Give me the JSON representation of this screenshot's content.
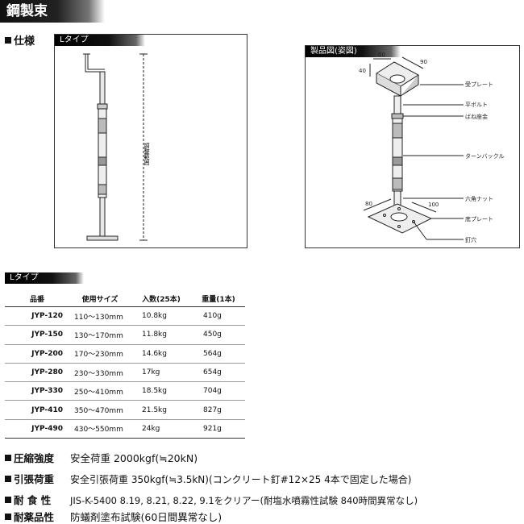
{
  "page": {
    "title": "鋼製束",
    "spec_label": "仕様"
  },
  "left_panel": {
    "title": "Lタイプ",
    "dim_label": "調整範囲"
  },
  "right_panel": {
    "title": "製品図(姿図)",
    "dims": {
      "top_w": "60",
      "top_h": "40",
      "top_d": "90",
      "base_w": "80",
      "base_d": "100"
    },
    "callouts": [
      "受プレート",
      "平ボルト",
      "ばね座金",
      "ターンバックル",
      "六角ナット",
      "底プレート",
      "釘穴"
    ]
  },
  "table": {
    "title": "Lタイプ",
    "headers": [
      "品番",
      "使用サイズ",
      "入数(25本)",
      "重量(1本)"
    ],
    "rows": [
      [
        "JYP-120",
        "110〜130mm",
        "10.8kg",
        "410g"
      ],
      [
        "JYP-150",
        "130〜170mm",
        "11.8kg",
        "450g"
      ],
      [
        "JYP-200",
        "170〜230mm",
        "14.6kg",
        "564g"
      ],
      [
        "JYP-280",
        "230〜330mm",
        "17kg",
        "654g"
      ],
      [
        "JYP-330",
        "250〜410mm",
        "18.5kg",
        "704g"
      ],
      [
        "JYP-410",
        "350〜470mm",
        "21.5kg",
        "827g"
      ],
      [
        "JYP-490",
        "430〜550mm",
        "24kg",
        "921g"
      ]
    ]
  },
  "properties": [
    {
      "label": "圧縮強度",
      "value": "安全荷重 2000kgf(≒20kN)"
    },
    {
      "label": "引張荷重",
      "value": "安全引張荷重 350kgf(≒3.5kN)(コンクリート釘#12×25 4本で固定した場合)"
    },
    {
      "label": "耐 食 性",
      "value": "JIS-K-5400 8.19, 8.21, 8.22, 9.1をクリアー(耐塩水噴霧性試験 840時間異常なし)"
    },
    {
      "label": "耐薬品性",
      "value": "防蟻剤塗布試験(60日間異常なし)"
    }
  ]
}
